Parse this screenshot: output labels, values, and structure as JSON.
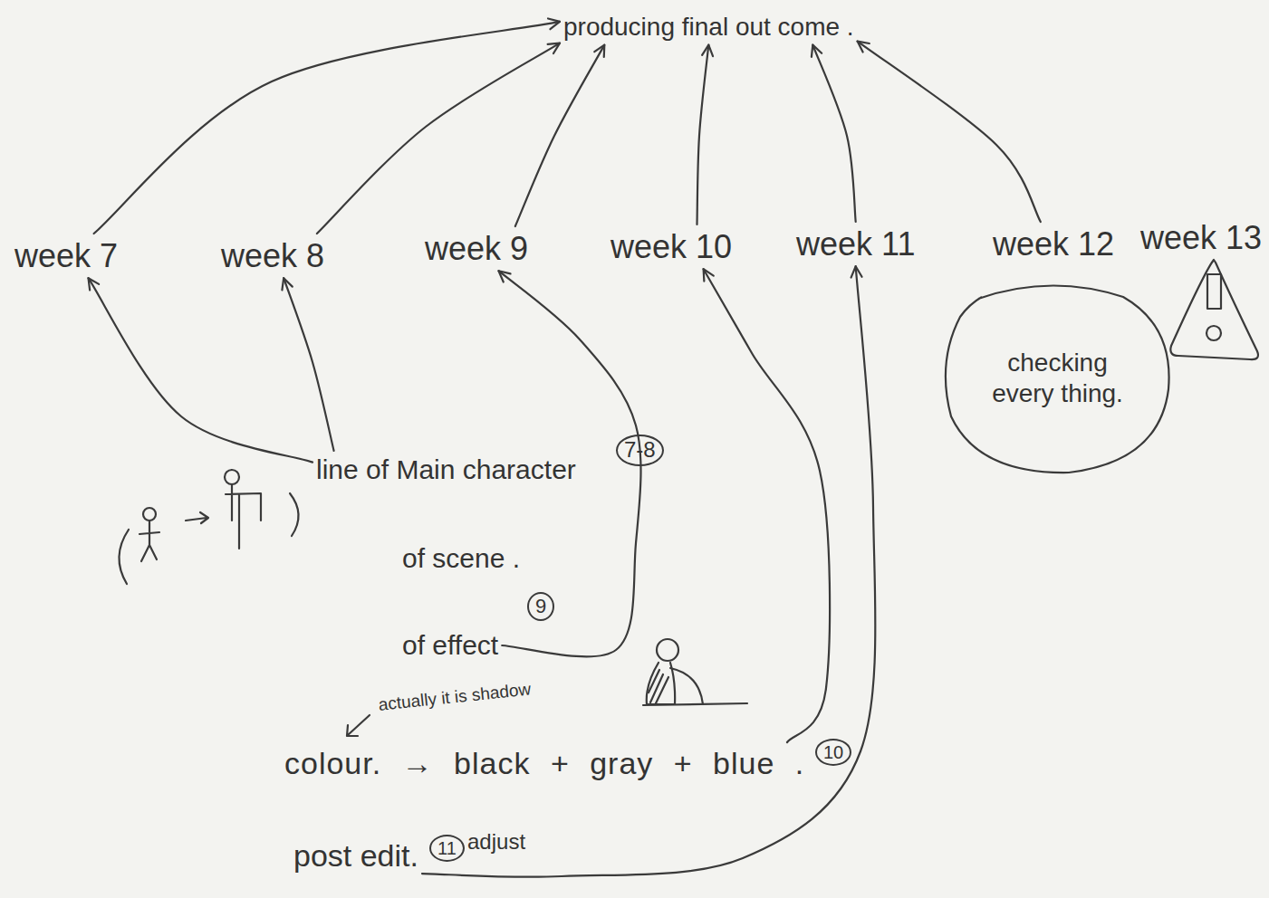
{
  "diagram": {
    "nodes": [
      {
        "text": [
          "producing final out come ."
        ]
      },
      {
        "text": [
          "week 7"
        ]
      },
      {
        "text": [
          "week 8"
        ]
      },
      {
        "text": [
          "week 9"
        ]
      },
      {
        "text": [
          "week 10"
        ]
      },
      {
        "text": [
          "week 11"
        ]
      },
      {
        "text": [
          "week 12"
        ]
      },
      {
        "text": [
          "week 13"
        ]
      },
      {
        "text": [
          "checking every thing."
        ]
      },
      {
        "text": [
          "line of Main character"
        ]
      },
      {
        "text": [
          "of scene ."
        ]
      },
      {
        "text": [
          "of effect"
        ]
      },
      {
        "text": [
          "colour. → black + gray + blue ."
        ]
      },
      {
        "text": [
          "post edit."
        ]
      }
    ],
    "edges": [
      {
        "from": 1,
        "to": 0,
        "arrow": "to"
      },
      {
        "from": 2,
        "to": 0,
        "arrow": "to"
      },
      {
        "from": 3,
        "to": 0,
        "arrow": "to"
      },
      {
        "from": 4,
        "to": 0,
        "arrow": "to"
      },
      {
        "from": 5,
        "to": 0,
        "arrow": "to"
      },
      {
        "from": 6,
        "to": 0,
        "arrow": "to"
      },
      {
        "from": 9,
        "to": 1,
        "arrow": "to"
      },
      {
        "from": 9,
        "to": 2,
        "arrow": "to"
      },
      {
        "from": 11,
        "to": 3,
        "arrow": "to"
      },
      {
        "from": 12,
        "to": 4,
        "arrow": "to"
      },
      {
        "from": 13,
        "to": 5,
        "arrow": "to"
      }
    ],
    "labels": [
      "7-8",
      "9",
      "actually it is shadow",
      "10",
      "11",
      "adjust"
    ]
  }
}
